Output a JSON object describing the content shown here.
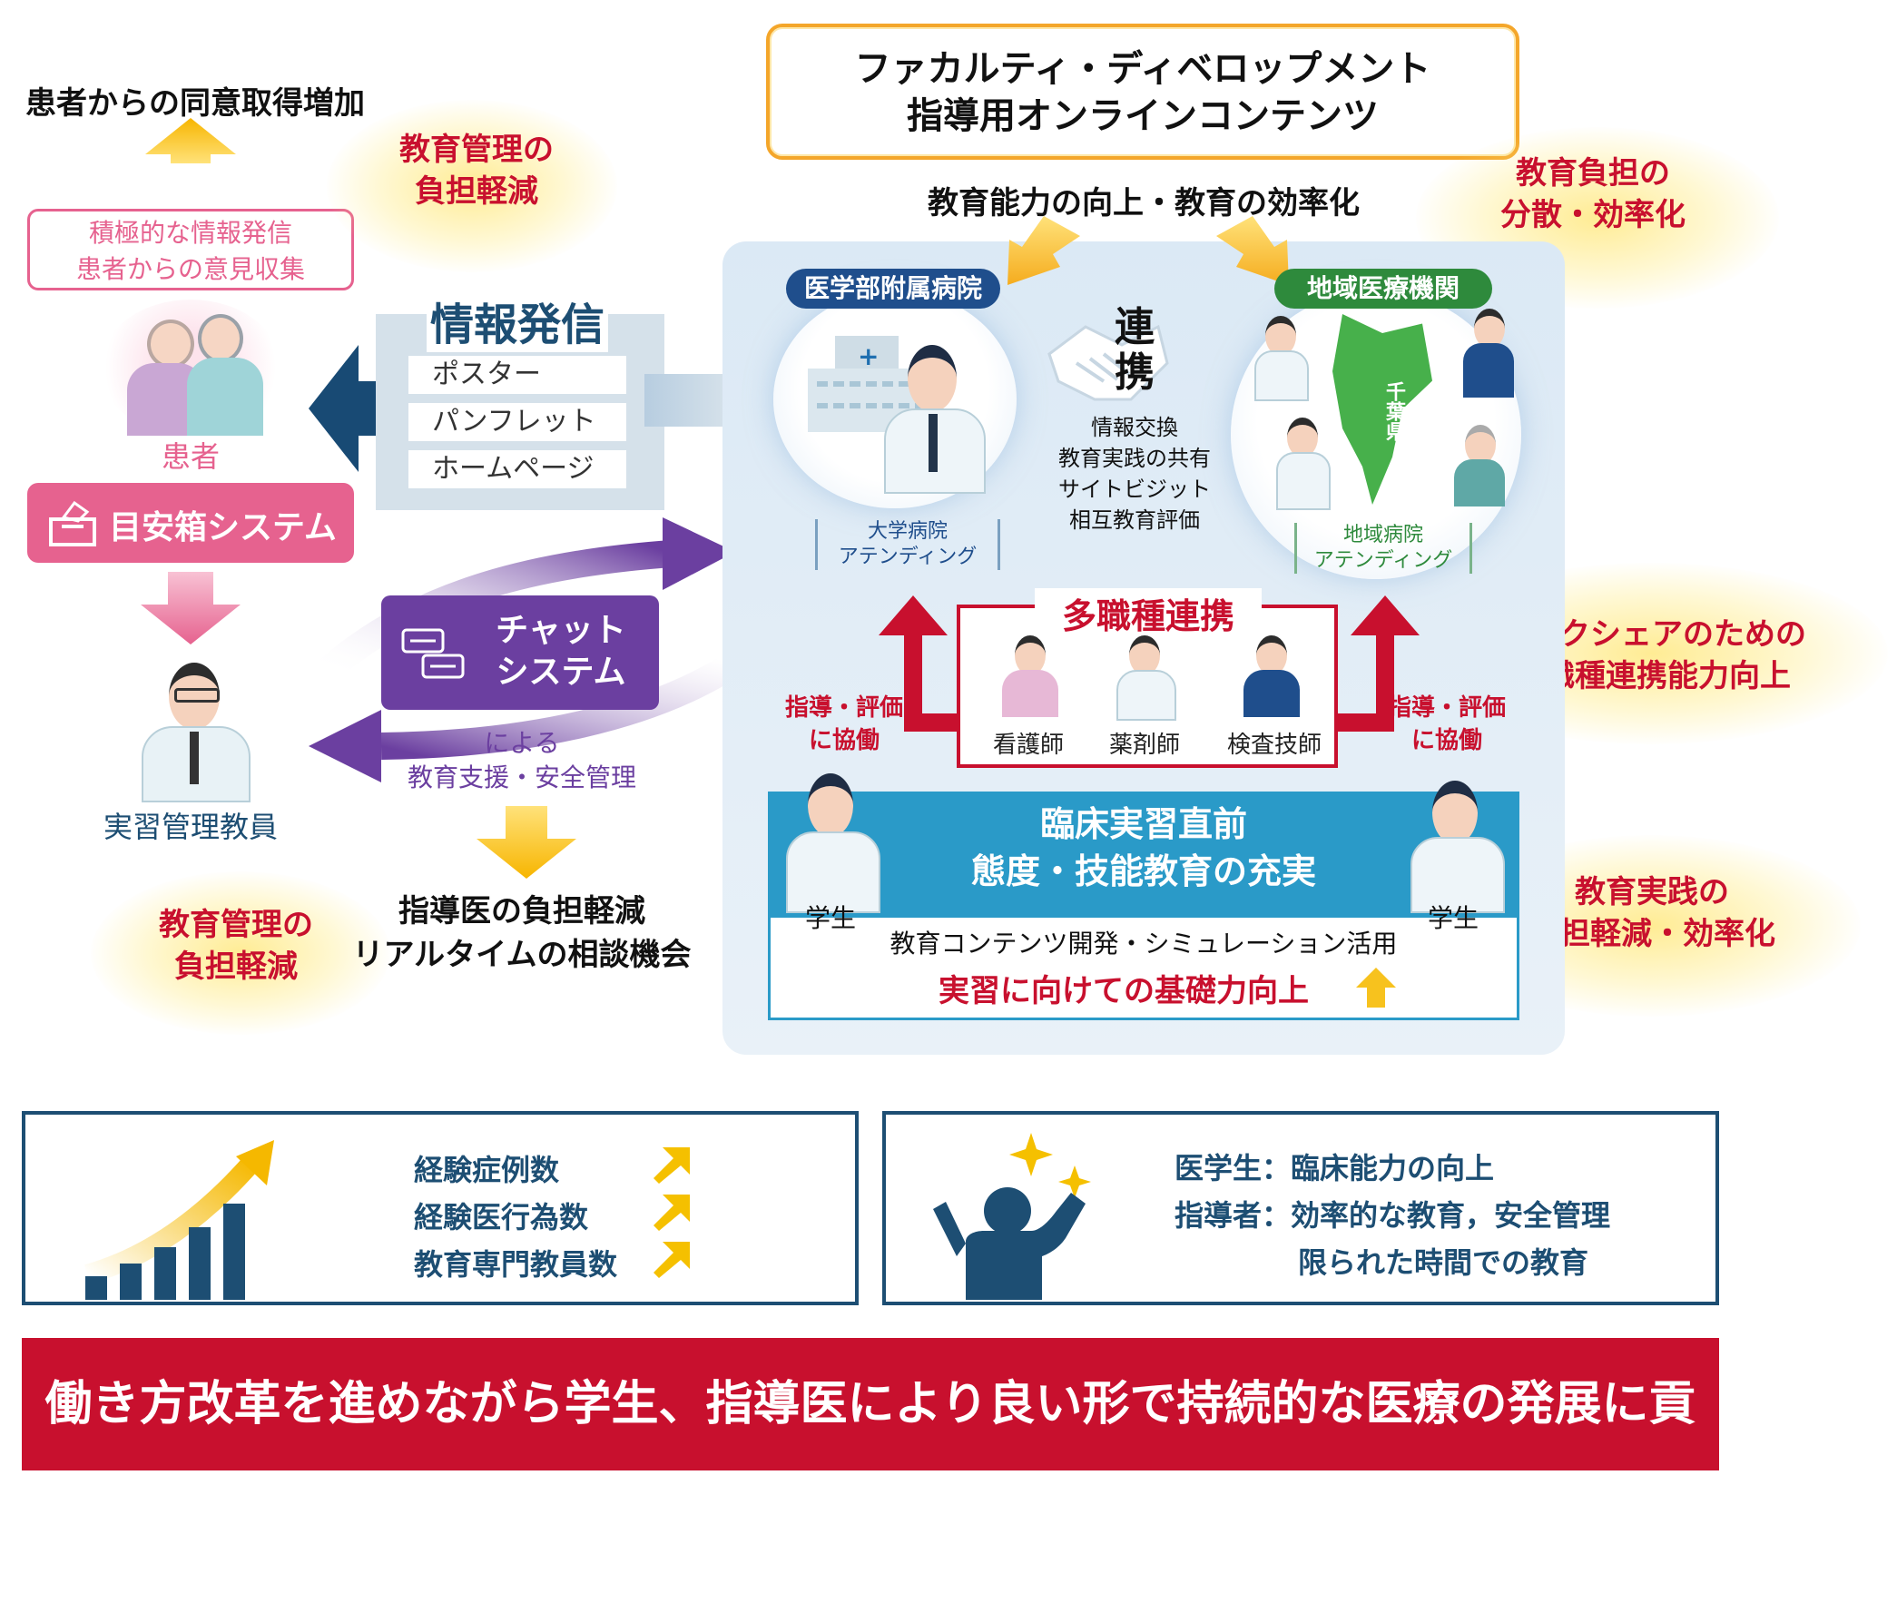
{
  "top_left": {
    "consent_increase": "患者からの同意取得増加",
    "info_collect_line1": "積極的な情報発信",
    "info_collect_line2": "患者からの意見収集",
    "patient_label": "患者",
    "suggestion_box_label": "目安箱システム",
    "instructor_label": "実習管理教員",
    "burden_left_top_line1": "教育管理の",
    "burden_left_top_line2": "負担軽減",
    "burden_left_bottom_line1": "教育管理の",
    "burden_left_bottom_line2": "負担軽減"
  },
  "info_panel": {
    "title": "情報発信",
    "items": [
      "ポスター",
      "パンフレット",
      "ホームページ"
    ]
  },
  "chat": {
    "title_line1": "チャット",
    "title_line2": "システム",
    "caption_line1": "による",
    "caption_line2": "教育支援・安全管理",
    "result_line1": "指導医の負担軽減",
    "result_line2": "リアルタイムの相談機会"
  },
  "fd": {
    "title_line1": "ファカルティ・ディベロップメント",
    "title_line2": "指導用オンラインコンテンツ",
    "subtitle": "教育能力の向上・教育の効率化"
  },
  "right_notes": {
    "burden_distribute_line1": "教育負担の",
    "burden_distribute_line2": "分散・効率化",
    "task_share_line1": "タスクシェアのための",
    "task_share_line2": "多職種連携能力向上",
    "practice_line1": "教育実践の",
    "practice_line2": "負担軽減・効率化"
  },
  "center": {
    "univ_hospital_pill": "医学部附属病院",
    "regional_pill": "地域医療機関",
    "univ_attending_line1": "大学病院",
    "univ_attending_line2": "アテンディング",
    "regional_attending_line1": "地域病院",
    "regional_attending_line2": "アテンディング",
    "chiba_label": "千葉県",
    "renkei_char1": "連",
    "renkei_char2": "携",
    "renkei_items": [
      "情報交換",
      "教育実践の共有",
      "サイトビジット",
      "相互教育評価"
    ],
    "multi_title": "多職種連携",
    "staff": [
      "看護師",
      "薬剤師",
      "検査技師"
    ],
    "guide_left_line1": "指導・評価",
    "guide_left_line2": "に協働",
    "guide_right_line1": "指導・評価",
    "guide_right_line2": "に協働",
    "clinical_line1": "臨床実習直前",
    "clinical_line2": "態度・技能教育の充実",
    "student_left": "学生",
    "student_right": "学生",
    "content_dev": "教育コンテンツ開発・シミュレーション活用",
    "basic_up": "実習に向けての基礎力向上"
  },
  "bottom_left": {
    "metrics": [
      "経験症例数",
      "経験医行為数",
      "教育専門教員数"
    ]
  },
  "bottom_right": {
    "line1": "医学生：臨床能力の向上",
    "line2": "指導者：効率的な教育，安全管理",
    "line3": "限られた時間での教育"
  },
  "banner": "働き方改革を進めながら学生、指導医により良い形で持続的な医療の発展に貢献",
  "colors": {
    "navy": "#1d4e73",
    "red": "#c8102e",
    "pink": "#e6628f",
    "purple": "#6b3fa0",
    "teal_header": "#2a9ac8",
    "green": "#2e8a3c"
  }
}
